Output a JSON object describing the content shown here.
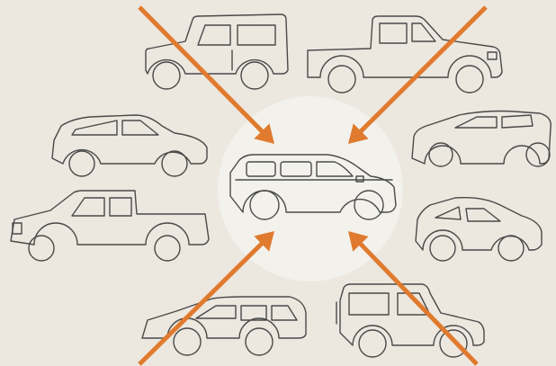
{
  "scene": {
    "background": "#ECE7DF",
    "highlight_color": "#F3F1EC",
    "line_color": "#4A4A4A",
    "arrow_color": "#E07A2E"
  },
  "vehicles": [
    {
      "name": "off-road-suv-icon",
      "position": "top-center-left"
    },
    {
      "name": "pickup-truck-icon",
      "position": "top-center-right"
    },
    {
      "name": "hatchback-icon",
      "position": "upper-left"
    },
    {
      "name": "crossover-icon",
      "position": "upper-right"
    },
    {
      "name": "crew-cab-pickup-icon",
      "position": "middle-left"
    },
    {
      "name": "compact-suv-icon",
      "position": "middle-right"
    },
    {
      "name": "station-wagon-icon",
      "position": "bottom-center-left"
    },
    {
      "name": "boxy-suv-icon",
      "position": "bottom-center-right"
    },
    {
      "name": "minivan-icon",
      "position": "center",
      "highlighted": true
    }
  ],
  "arrows": [
    {
      "name": "arrow-from-top-left",
      "direction": "toward-center"
    },
    {
      "name": "arrow-from-top-right",
      "direction": "toward-center"
    },
    {
      "name": "arrow-from-bottom-left",
      "direction": "toward-center"
    },
    {
      "name": "arrow-from-bottom-right",
      "direction": "toward-center"
    }
  ]
}
